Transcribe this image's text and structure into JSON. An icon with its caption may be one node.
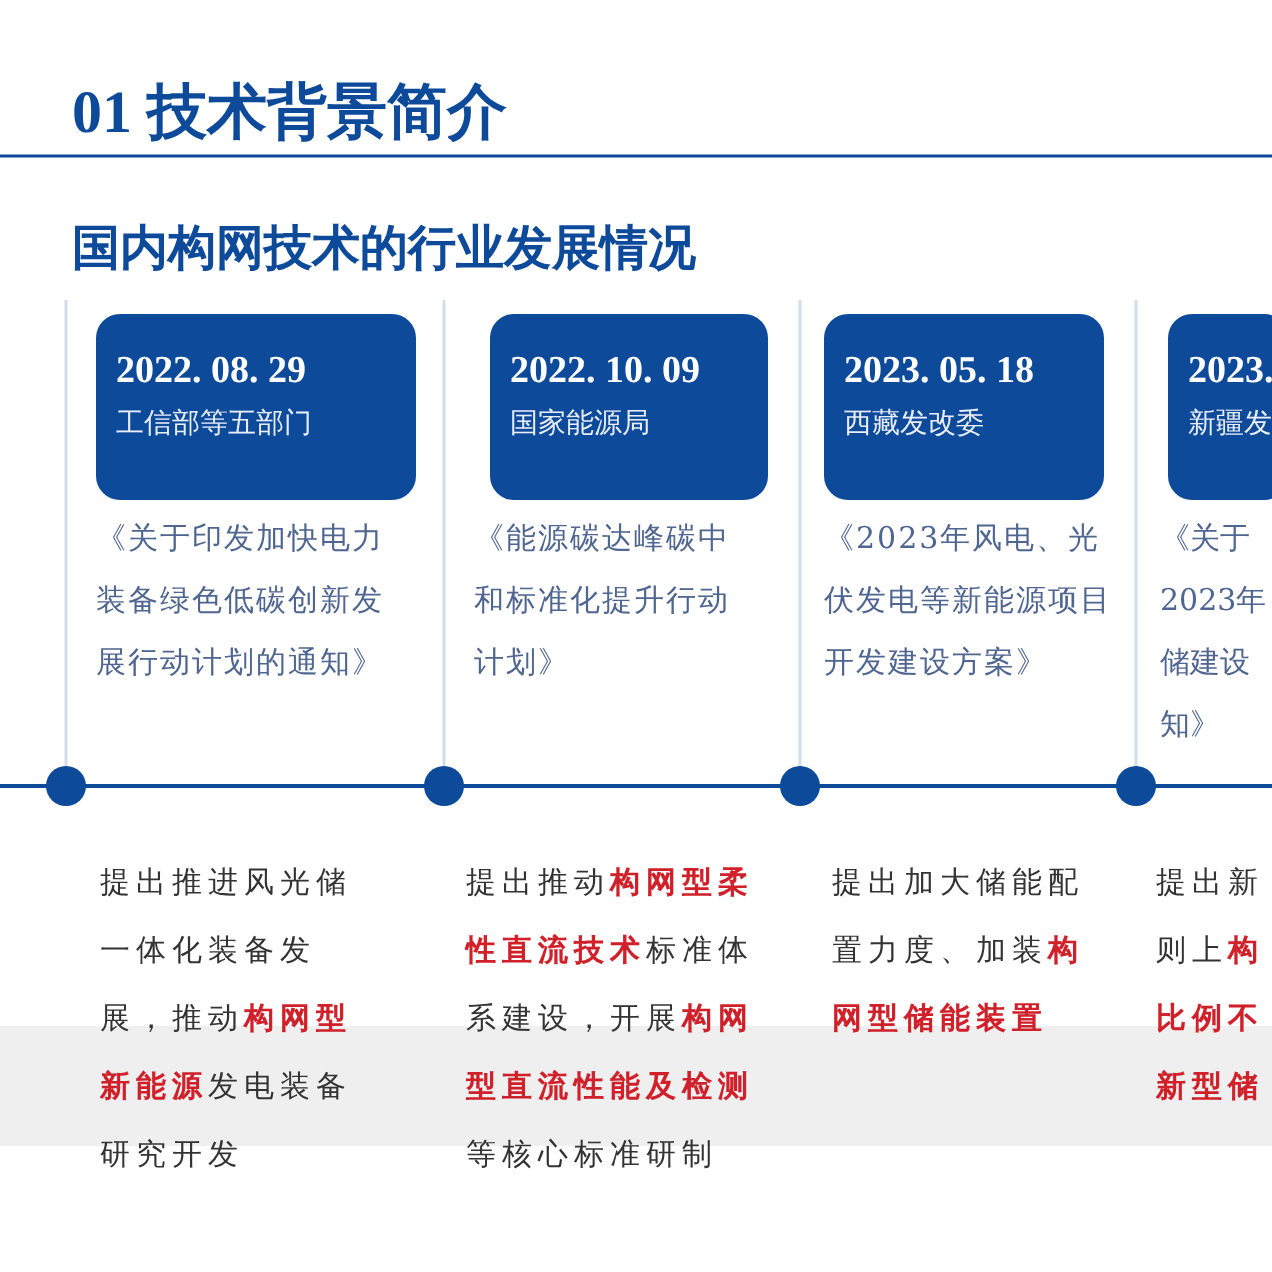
{
  "diagram": {
    "title": "01 技术背景简介",
    "nodes": [
      {
        "text": [
          "2022. 08. 29",
          "工信部等五部门"
        ],
        "beside": [
          "《关于印发加快电力装备绿色低碳创新发展行动计划的通知》"
        ]
      },
      {
        "text": [
          "2022. 10. 09",
          "国家能源局"
        ],
        "beside": [
          "《能源碳达峰碳中和标准化提升行动计划》"
        ]
      },
      {
        "text": [
          "2023. 05. 18",
          "西藏发改委"
        ],
        "beside": [
          "《2023年风电、光伏发电等新能源项目开发建设方案》"
        ]
      },
      {
        "text": [
          "2023.",
          "新疆发"
        ],
        "beside": [
          "《关于2023年储建设知》"
        ]
      }
    ],
    "labels": [
      "国内构网技术的行业发展情况",
      "提出推进风光储一体化装备发展，推动**构网型新能源**发电装备研究开发",
      "提出推动**构网型柔性直流技术**标准体系建设，开展**构网型直流性能及检测**等核心标准研制",
      "提出加大储能配置力度、加装**构网型储能装置**",
      "提出新则上**构比例不新型储**"
    ]
  }
}
